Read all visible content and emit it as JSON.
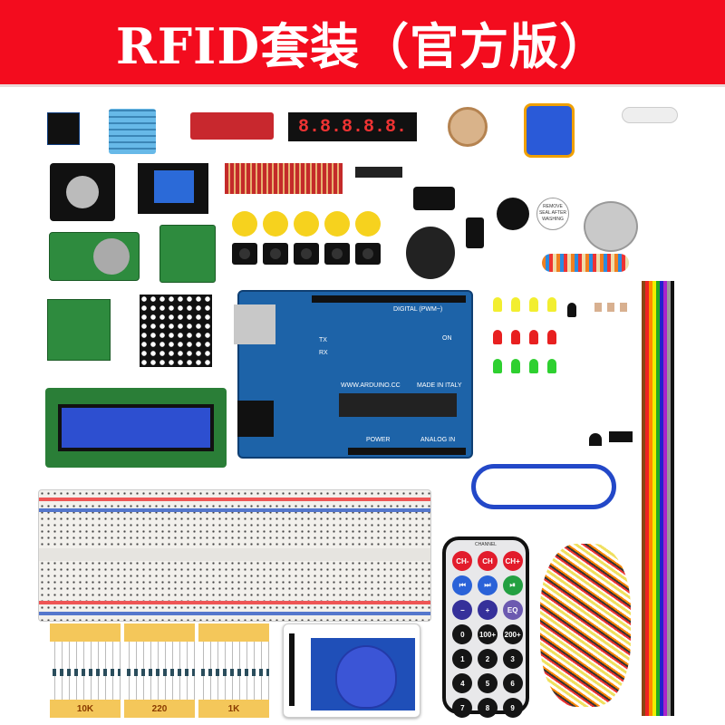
{
  "banner": {
    "title": "RFID套装（官方版）",
    "color": "#f30c1e"
  },
  "seven_segment": {
    "digits": "8.8.8.8.8."
  },
  "arduino": {
    "digital_label": "DIGITAL (PWM~)",
    "analog_label": "ANALOG IN",
    "power_label": "POWER",
    "site_label": "WWW.ARDUINO.CC",
    "made_label": "MADE IN ITALY",
    "tx": "TX",
    "rx": "RX",
    "on": "ON"
  },
  "buzzer": {
    "sticker": "REMOVE SEAL AFTER WASHING"
  },
  "resistors": [
    {
      "label": "10K"
    },
    {
      "label": "220"
    },
    {
      "label": "1K"
    }
  ],
  "remote": {
    "channel_label": "CHANNEL",
    "buttons": [
      {
        "label": "CH-",
        "color": "red"
      },
      {
        "label": "CH",
        "color": "red"
      },
      {
        "label": "CH+",
        "color": "red"
      },
      {
        "label": "⏮",
        "color": "blue"
      },
      {
        "label": "⏭",
        "color": "blue"
      },
      {
        "label": "⏯",
        "color": "green"
      },
      {
        "label": "−",
        "color": "purple"
      },
      {
        "label": "+",
        "color": "purple"
      },
      {
        "label": "EQ",
        "color": "eq"
      },
      {
        "label": "0",
        "color": "blk"
      },
      {
        "label": "100+",
        "color": "blk"
      },
      {
        "label": "200+",
        "color": "blk"
      },
      {
        "label": "1",
        "color": "blk"
      },
      {
        "label": "2",
        "color": "blk"
      },
      {
        "label": "3",
        "color": "blk"
      },
      {
        "label": "4",
        "color": "blk"
      },
      {
        "label": "5",
        "color": "blk"
      },
      {
        "label": "6",
        "color": "blk"
      },
      {
        "label": "7",
        "color": "blk"
      },
      {
        "label": "8",
        "color": "blk"
      },
      {
        "label": "9",
        "color": "blk"
      }
    ]
  }
}
